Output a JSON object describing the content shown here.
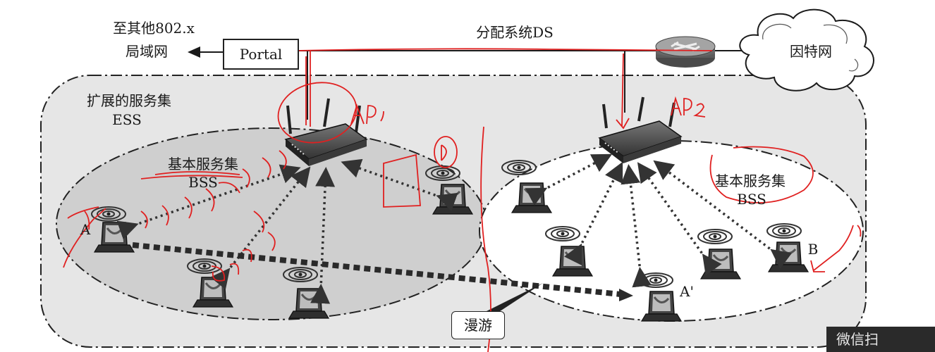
{
  "labels": {
    "other_lan_line1": "至其他802.x",
    "other_lan_line2": "局域网",
    "portal": "Portal",
    "ds": "分配系统DS",
    "internet": "因特网",
    "ess_line1": "扩展的服务集",
    "ess_line2": "ESS",
    "bss1_line1": "基本服务集",
    "bss1_line2": "BSS",
    "bss2_line1": "基本服务集",
    "bss2_line2": "BSS",
    "station_a": "A",
    "station_a_prime": "A'",
    "station_b": "B",
    "roaming": "漫游",
    "watermark": "微信扫"
  },
  "annotations": {
    "ap1": "AP1",
    "ap2": "AP2",
    "d": "D",
    "c": "C"
  },
  "colors": {
    "background": "#ffffff",
    "ess_fill": "#e6e6e6",
    "bss1_fill": "#cfcfcf",
    "bss2_fill": "#ffffff",
    "ink": "#1a1a1a",
    "red_annotation": "#e02020"
  }
}
